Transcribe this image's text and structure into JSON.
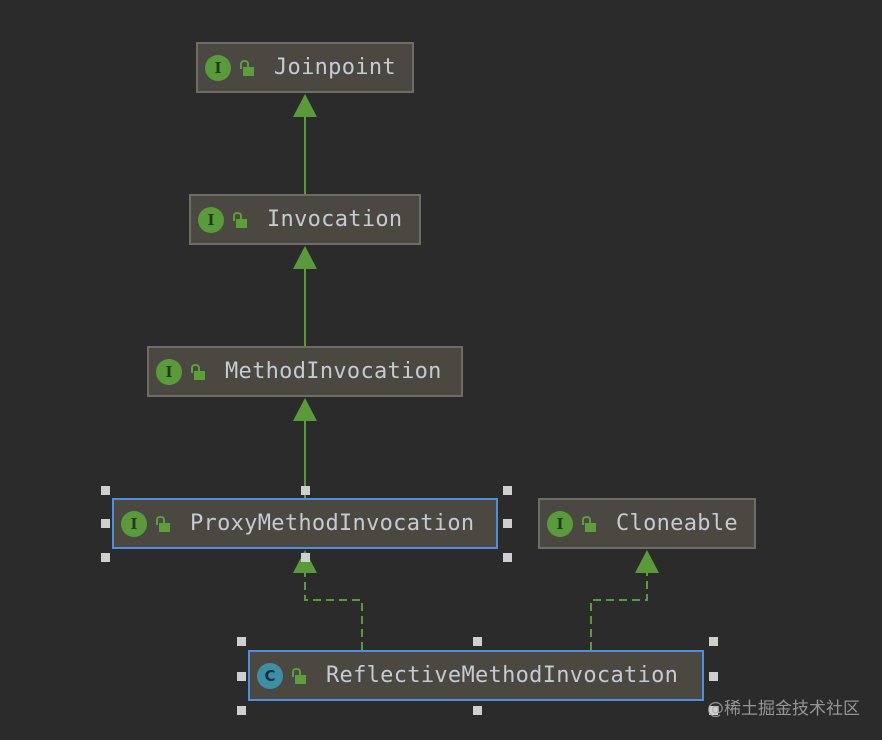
{
  "diagram": {
    "nodes": [
      {
        "id": "joinpoint",
        "kind": "I",
        "name": "Joinpoint"
      },
      {
        "id": "invocation",
        "kind": "I",
        "name": "Invocation"
      },
      {
        "id": "method-invocation",
        "kind": "I",
        "name": "MethodInvocation"
      },
      {
        "id": "proxy-method-invocation",
        "kind": "I",
        "name": "ProxyMethodInvocation"
      },
      {
        "id": "cloneable",
        "kind": "I",
        "name": "Cloneable"
      },
      {
        "id": "reflective-method-invocation",
        "kind": "C",
        "name": "ReflectiveMethodInvocation"
      }
    ],
    "edges": [
      {
        "from": "Invocation",
        "to": "Joinpoint",
        "type": "extends"
      },
      {
        "from": "MethodInvocation",
        "to": "Invocation",
        "type": "extends"
      },
      {
        "from": "ProxyMethodInvocation",
        "to": "MethodInvocation",
        "type": "extends"
      },
      {
        "from": "ReflectiveMethodInvocation",
        "to": "ProxyMethodInvocation",
        "type": "implements"
      },
      {
        "from": "ReflectiveMethodInvocation",
        "to": "Cloneable",
        "type": "implements"
      }
    ],
    "colors": {
      "edge": "#5a9a3c",
      "selection": "#4f8edc",
      "background": "#2b2b2b"
    }
  },
  "watermark": "@稀土掘金技术社区"
}
